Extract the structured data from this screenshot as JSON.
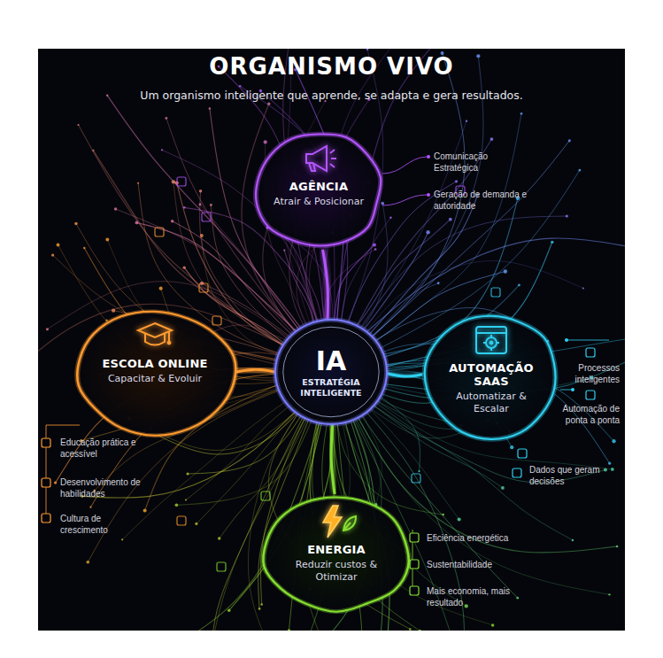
{
  "diagram": {
    "title": "ORGANISMO VIVO",
    "nodes": [
      {
        "text": [
          "AGÊNCIA",
          "Atrair & Posicionar"
        ]
      },
      {
        "text": [
          "ESCOLA ONLINE",
          "Capacitar & Evoluir"
        ]
      },
      {
        "text": [
          "IA",
          "ESTRATÉGIA INTELIGENTE"
        ]
      },
      {
        "text": [
          "AUTOMAÇÃO SAAS",
          "Automatizar & Escalar"
        ]
      },
      {
        "text": [
          "ENERGIA",
          "Reduzir custos & Otimizar"
        ]
      }
    ],
    "edges": [
      {
        "from": 2,
        "to": 0,
        "arrow": "none"
      },
      {
        "from": 2,
        "to": 1,
        "arrow": "none"
      },
      {
        "from": 2,
        "to": 3,
        "arrow": "none"
      },
      {
        "from": 2,
        "to": 4,
        "arrow": "none"
      }
    ],
    "labels": [
      "Um organismo inteligente que aprende, se adapta e gera resultados.",
      "Comunicação Estratégica",
      "Geração de demanda e autoridade",
      "Processos inteligentes",
      "Automação de ponta a ponta",
      "Dados que geram decisões",
      "Educação prática e acessível",
      "Desenvolvimento de habilidades",
      "Cultura de crescimento",
      "Eficiência energética",
      "Sustentabilidade",
      "Mais economia, mais resultado"
    ]
  }
}
